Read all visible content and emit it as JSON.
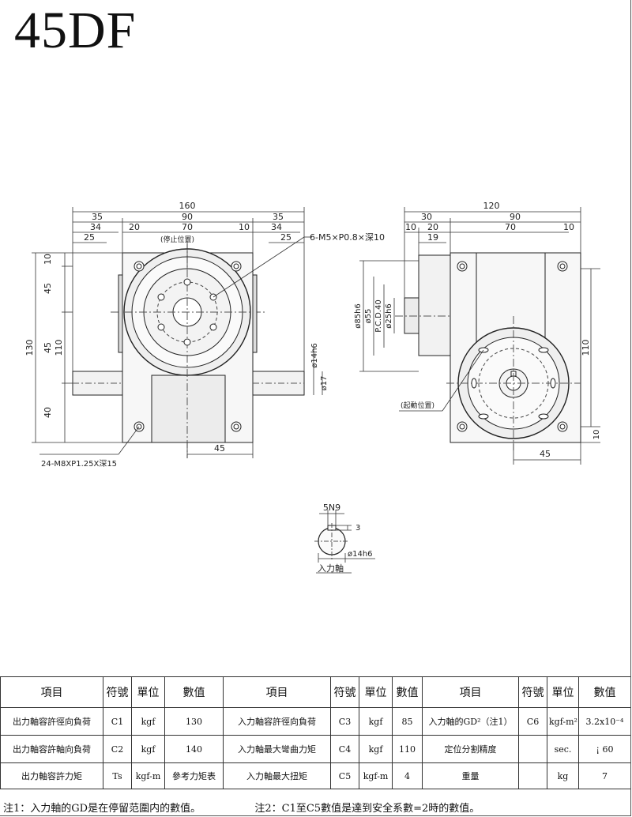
{
  "title": "45DF",
  "drawing": {
    "front": {
      "dims_top": [
        "160",
        "35",
        "90",
        "35",
        "34",
        "20",
        "70",
        "10",
        "34",
        "25",
        "25"
      ],
      "dims_left": [
        "130",
        "110",
        "10",
        "45",
        "45",
        "40"
      ],
      "dims_right": [
        "ø14h6",
        "ø17"
      ],
      "dim_bottom": "45",
      "stop_label": "(停止位置)",
      "hole_note_top": "6-M5×P0.8×深10",
      "hole_note_bottom": "24-M8XP1.25X深15"
    },
    "side": {
      "dims_top": [
        "120",
        "30",
        "90",
        "10",
        "20",
        "70",
        "10",
        "19"
      ],
      "dims_left": [
        "ø85h6",
        "ø55",
        "P.C.D.40",
        "ø25h6"
      ],
      "dims_right": [
        "110",
        "10"
      ],
      "dim_bottom": "45",
      "start_label": "(起動位置)"
    },
    "shaft": {
      "key": "5N9",
      "depth": "3",
      "dia": "ø14h6",
      "label": "入力軸"
    }
  },
  "spec_table": {
    "headers": [
      "項目",
      "符號",
      "單位",
      "數值",
      "項目",
      "符號",
      "單位",
      "數值",
      "項目",
      "符號",
      "單位",
      "數值"
    ],
    "rows": [
      [
        "出力軸容許徑向負荷",
        "C1",
        "kgf",
        "130",
        "入力軸容許徑向負荷",
        "C3",
        "kgf",
        "85",
        "入力軸的GD²（注1）",
        "C6",
        "kgf-m²",
        "3.2x10⁻⁴"
      ],
      [
        "出力軸容許軸向負荷",
        "C2",
        "kgf",
        "140",
        "入力軸最大彎曲力矩",
        "C4",
        "kgf",
        "110",
        "定位分割精度",
        "",
        "sec.",
        "¡ 60"
      ],
      [
        "出力軸容許力矩",
        "Ts",
        "kgf-m",
        "參考力矩表",
        "入力軸最大扭矩",
        "C5",
        "kgf-m",
        "4",
        "重量",
        "",
        "kg",
        "7"
      ]
    ]
  },
  "notes": {
    "note1": "注1：入力軸的GD是在停留范圍内的數值。",
    "note2": "注2：C1至C5數值是達到安全系數=2時的數值。"
  }
}
